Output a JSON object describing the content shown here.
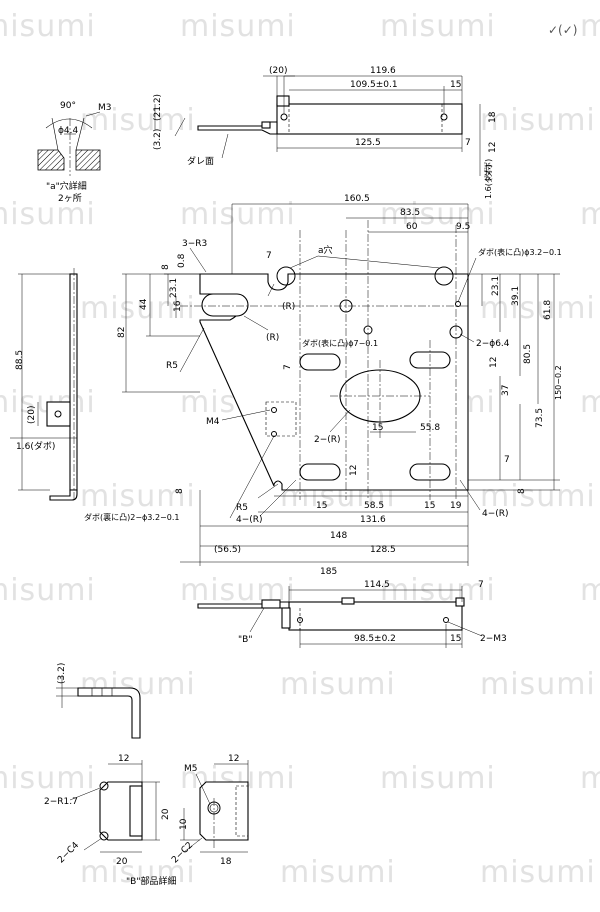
{
  "surface_symbol": "✓(✓)",
  "watermark": "misumi",
  "top_view": {
    "dims": [
      "(20)",
      "119.6",
      "109.5±0.1",
      "15",
      "(21.2)",
      "(3.2)",
      "125.5",
      "7",
      "18",
      "12",
      "(ダボ)",
      "1.6(ダボ)",
      "ダレ面"
    ]
  },
  "hole_detail": {
    "angle": "90°",
    "thread": "M3",
    "dia": "ϕ4.4",
    "caption": "\"a\"穴詳細",
    "count": "2ヶ所"
  },
  "side_view": {
    "dims": [
      "88.5",
      "(20)",
      "1.6(ダボ)"
    ]
  },
  "main_view": {
    "labels": [
      "160.5",
      "83.5",
      "60",
      "9.5",
      "3−R3",
      "7",
      "a穴",
      "ダボ(表に凸)ϕ3.2−0.1",
      "8",
      "0.8",
      "23.1",
      "44",
      "16",
      "(R)",
      "82",
      "(R)",
      "23.1",
      "39.1",
      "61.8",
      "ダボ(表に凸)ϕ7−0.1",
      "2−ϕ6.4",
      "80.5",
      "150−0.2",
      "R5",
      "7",
      "12",
      "37",
      "73.5",
      "M4",
      "15",
      "55.8",
      "2−(R)",
      "12",
      "7",
      "8",
      "8",
      "ダボ(裏に凸)2−ϕ3.2−0.1",
      "R5",
      "4−(R)",
      "15",
      "58.5",
      "15",
      "19",
      "4−(R)",
      "131.6",
      "148",
      "(56.5)",
      "128.5",
      "185"
    ]
  },
  "bottom_view": {
    "labels": [
      "114.5",
      "7",
      "\"B\"",
      "98.5±0.2",
      "15",
      "2−M3"
    ]
  },
  "detail_b": {
    "labels": [
      "(3.2)",
      "12",
      "2−R1.7",
      "20",
      "2−C4",
      "20",
      "M5",
      "12",
      "10",
      "2−C2",
      "18"
    ],
    "caption": "\"B\"部品詳細"
  }
}
